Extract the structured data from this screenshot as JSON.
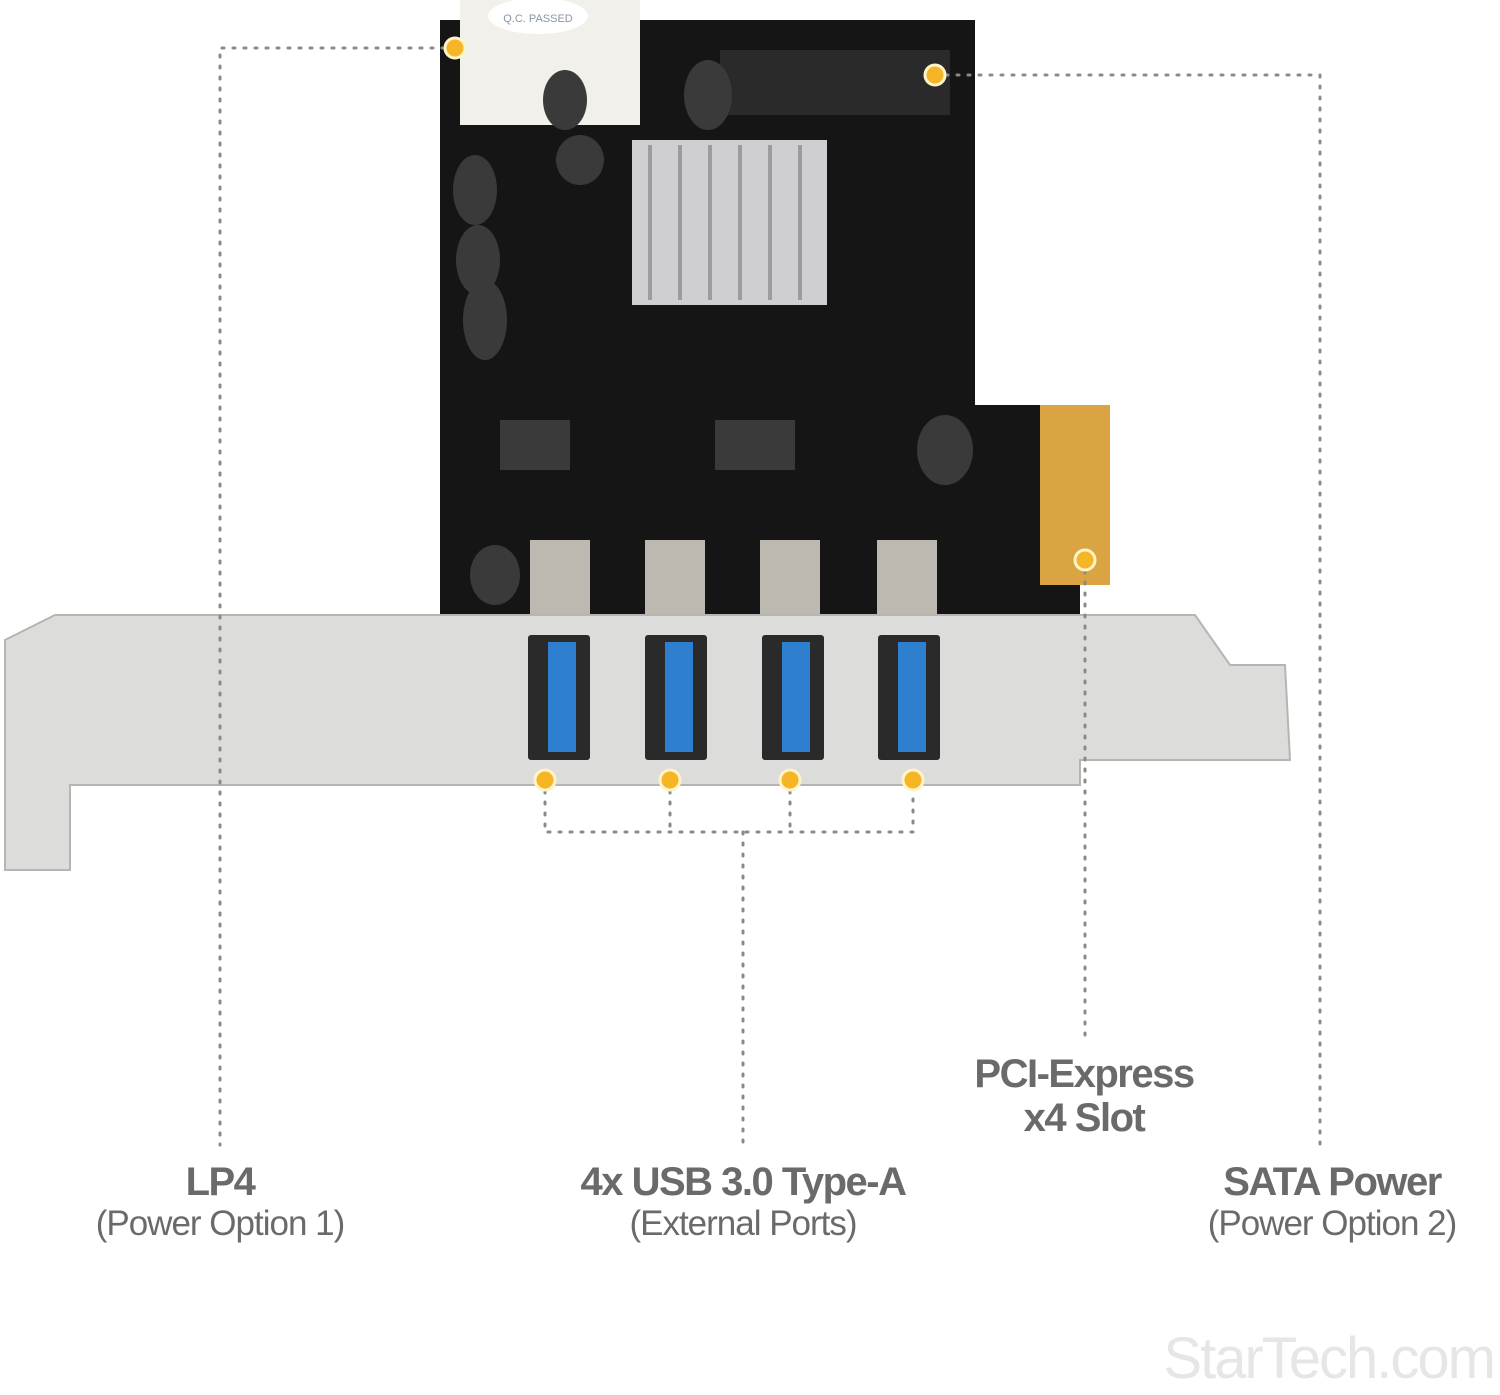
{
  "callouts": [
    {
      "title": "LP4",
      "subtitle": "(Power Option 1)"
    },
    {
      "title": "4x USB 3.0 Type-A",
      "subtitle": "(External Ports)"
    },
    {
      "title": "PCI-Express",
      "title2": "x4 Slot"
    },
    {
      "title": "SATA Power",
      "subtitle": "(Power Option 2)"
    }
  ],
  "card": {
    "qc_sticker": "Q.C. PASSED",
    "usb_port_count": 4
  },
  "brand": {
    "logo": "StarTech.com"
  },
  "colors": {
    "dot": "#f5b526",
    "text": "#6a6a6a",
    "pcb": "#141414",
    "usb_blue": "#2f7fd0",
    "bracket": "#d8d8d6",
    "gold": "#e0a93a"
  }
}
